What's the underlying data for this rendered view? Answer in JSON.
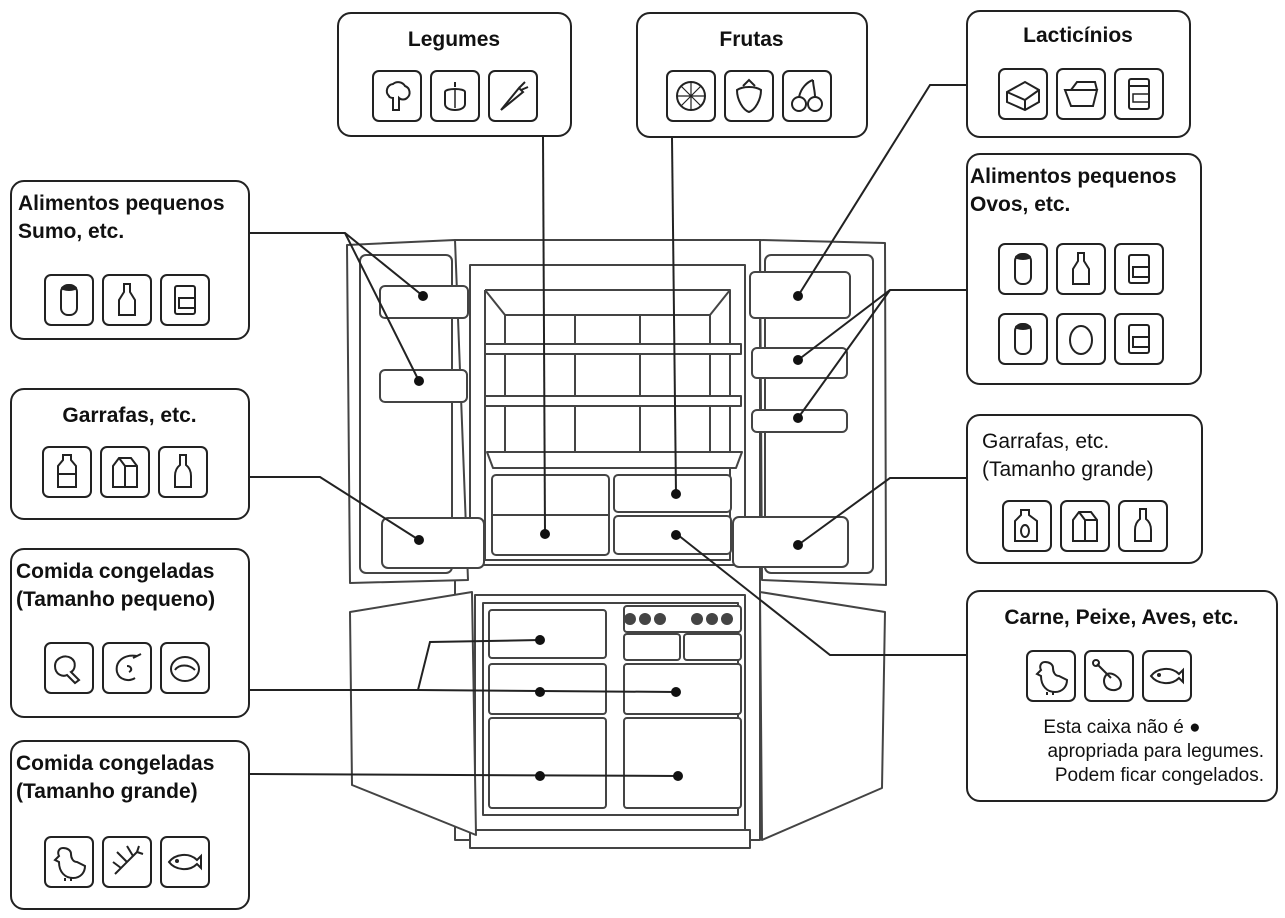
{
  "labels": {
    "legumes": "Legumes",
    "frutas": "Frutas",
    "lacticinios": "Lacticínios",
    "small_juice_1": "Alimentos pequenos",
    "small_juice_2": "Sumo, etc.",
    "small_eggs_1": "Alimentos pequenos",
    "small_eggs_2": "Ovos, etc.",
    "bottles_left": "Garrafas, etc.",
    "bottles_right_1": "Garrafas, etc.",
    "bottles_right_2": "(Tamanho grande)",
    "frozen_small_1": "Comida congeladas",
    "frozen_small_2": "(Tamanho pequeno)",
    "frozen_large_1": "Comida congeladas",
    "frozen_large_2": "(Tamanho grande)",
    "meat": "Carne, Peixe, Aves, etc.",
    "meat_note_1": "Esta caixa não é",
    "meat_note_2": "apropriada para legumes.",
    "meat_note_3": "Podem ficar congelados."
  },
  "icons": {
    "legumes": [
      "broccoli-icon",
      "pepper-icon",
      "carrot-icon"
    ],
    "frutas": [
      "orange-slice-icon",
      "strawberry-icon",
      "cherry-icon"
    ],
    "lacticinios": [
      "cheese-icon",
      "butter-icon",
      "yogurt-icon"
    ],
    "small_juice": [
      "can-icon",
      "sauce-bottle-icon",
      "jar-icon"
    ],
    "small_eggs_row1": [
      "can-icon",
      "sauce-bottle-icon",
      "jar-icon"
    ],
    "small_eggs_row2": [
      "can-icon",
      "egg-icon",
      "jar-icon"
    ],
    "bottles_left": [
      "water-bottle-icon",
      "milk-carton-icon",
      "wine-bottle-icon"
    ],
    "bottles_right": [
      "jug-icon",
      "milk-carton-icon",
      "wine-bottle-icon"
    ],
    "frozen_small": [
      "chicken-leg-icon",
      "shrimp-icon",
      "fish-steak-icon"
    ],
    "frozen_large": [
      "chicken-icon",
      "lobster-icon",
      "fish-icon"
    ],
    "meat": [
      "chicken-icon",
      "meat-leg-icon",
      "fish-icon"
    ]
  },
  "colors": {
    "line": "#222222",
    "fridge": "#444444",
    "fill": "#ffffff"
  }
}
